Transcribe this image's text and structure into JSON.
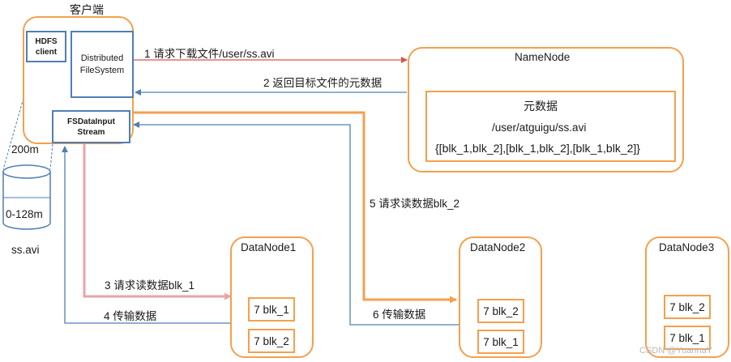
{
  "client": {
    "title": "客户端",
    "hdfs_client": "HDFS\nclient",
    "distributed_fs": "Distributed\nFileSystem",
    "fsdata_input_stream": "FSDataInput\nStream"
  },
  "file": {
    "size": "200m",
    "block_range": "0-128m",
    "name": "ss.avi"
  },
  "namenode": {
    "title": "NameNode",
    "metadata_title": "元数据",
    "path": "/user/atguigu/ss.avi",
    "blocks": "{[blk_1,blk_2],[blk_1,blk_2],[blk_1,blk_2]}"
  },
  "datanodes": [
    {
      "title": "DataNode1",
      "blocks": [
        "7 blk_1",
        "7 blk_2"
      ]
    },
    {
      "title": "DataNode2",
      "blocks": [
        "7 blk_2",
        "7 blk_1"
      ]
    },
    {
      "title": "DataNode3",
      "blocks": [
        "7 blk_2",
        "7 blk_1"
      ]
    }
  ],
  "steps": {
    "s1": "1 请求下载文件/user/ss.avi",
    "s2": "2 返回目标文件的元数据",
    "s3": "3 请求读数据blk_1",
    "s4": "4 传输数据",
    "s5": "5 请求读数据blk_2",
    "s6": "6 传输数据"
  },
  "watermark": "CSDN @YuannaY",
  "colors": {
    "orange": "#f4a04d",
    "blue": "#4f7fb5",
    "red": "#d9534f",
    "pink": "#eaa5a8"
  }
}
